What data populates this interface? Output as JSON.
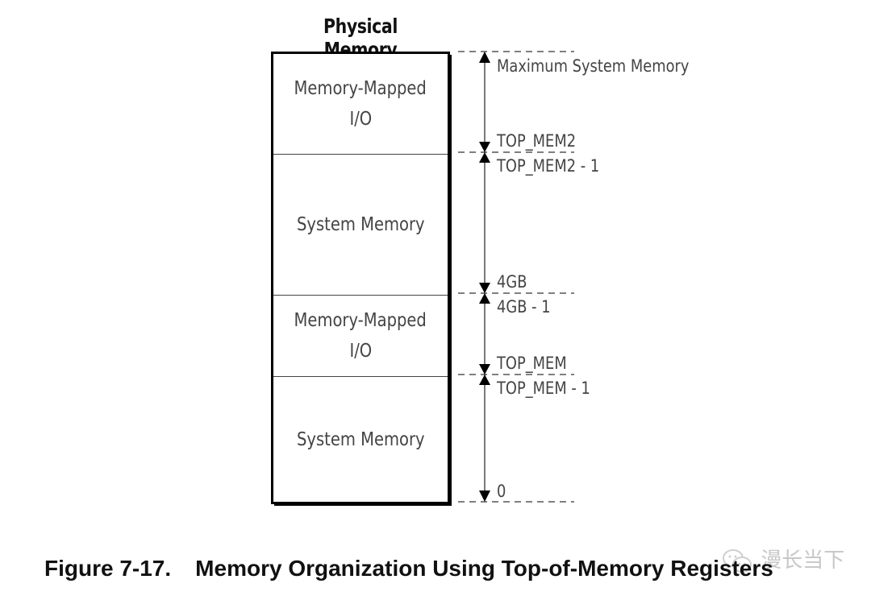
{
  "diagram": {
    "title": "Physical Memory",
    "regions": [
      {
        "line1": "Memory-Mapped",
        "line2": "I/O"
      },
      {
        "line1": "System Memory",
        "line2": ""
      },
      {
        "line1": "Memory-Mapped",
        "line2": "I/O"
      },
      {
        "line1": "System Memory",
        "line2": ""
      }
    ],
    "boundaries": {
      "max": {
        "label": "Maximum System Memory"
      },
      "top_mem2": {
        "above": "TOP_MEM2",
        "below": "TOP_MEM2 - 1"
      },
      "four_gb": {
        "above": "4GB",
        "below": "4GB - 1"
      },
      "top_mem": {
        "above": "TOP_MEM",
        "below": "TOP_MEM - 1"
      },
      "zero": {
        "label": "0"
      }
    }
  },
  "caption": {
    "number": "Figure 7-17.",
    "text": "Memory Organization Using Top-of-Memory Registers"
  },
  "watermark": {
    "icon": "wechat-icon",
    "text": "漫长当下"
  }
}
